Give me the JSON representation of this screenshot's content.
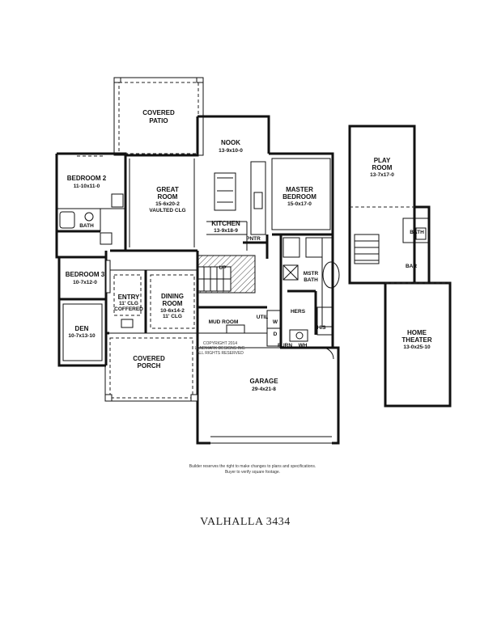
{
  "rooms": {
    "covered_patio": {
      "name1": "COVERED",
      "name2": "PATIO"
    },
    "nook": {
      "name": "NOOK",
      "dims": "13-9x10-0"
    },
    "bedroom2": {
      "name": "BEDROOM 2",
      "dims": "11-10x11-0"
    },
    "great_room": {
      "name1": "GREAT",
      "name2": "ROOM",
      "dims": "15-6x20-2",
      "note": "VAULTED CLG"
    },
    "kitchen": {
      "name": "KITCHEN",
      "dims": "13-9x18-9"
    },
    "master": {
      "name1": "MASTER",
      "name2": "BEDROOM",
      "dims": "15-0x17-0"
    },
    "play_room": {
      "name1": "PLAY",
      "name2": "ROOM",
      "dims": "13-7x17-0"
    },
    "bath_left": {
      "name": "BATH"
    },
    "pntr": {
      "name": "PNTR"
    },
    "bath_right": {
      "name": "BATH"
    },
    "bedroom3": {
      "name": "BEDROOM 3",
      "dims": "10-7x12-0"
    },
    "up": {
      "name": "UP"
    },
    "mstr_bath": {
      "name1": "MSTR",
      "name2": "BATH"
    },
    "bar": {
      "name": "BAR"
    },
    "entry": {
      "name": "ENTRY",
      "note1": "11' CLG",
      "note2": "COFFERED"
    },
    "dining": {
      "name1": "DINING",
      "name2": "ROOM",
      "dims": "10-6x14-2",
      "note": "11' CLG"
    },
    "hers": {
      "name": "HERS"
    },
    "util": {
      "name": "UTIL"
    },
    "w": {
      "name": "W"
    },
    "d": {
      "name": "D"
    },
    "his": {
      "name": "HIS"
    },
    "den": {
      "name": "DEN",
      "dims": "10-7x13-10"
    },
    "mud_room": {
      "name": "MUD ROOM"
    },
    "home_theater": {
      "name1": "HOME",
      "name2": "THEATER",
      "dims": "13-0x25-10"
    },
    "furn": {
      "name": "FURN"
    },
    "wh": {
      "name": "WH"
    },
    "covered_porch": {
      "name1": "COVERED",
      "name2": "PORCH"
    },
    "garage": {
      "name": "GARAGE",
      "dims": "29-4x21-8"
    }
  },
  "copyright": {
    "line1": "COPYRIGHT 2014",
    "line2": "LANDMARK DESIGNS INC.",
    "line3": "ALL RIGHTS RESERVED"
  },
  "disclaimer": {
    "line1": "Builder reserves the right to make changes to plans and specifications.",
    "line2": "Buyer to verify square footage."
  },
  "plan_title": "VALHALLA 3434"
}
